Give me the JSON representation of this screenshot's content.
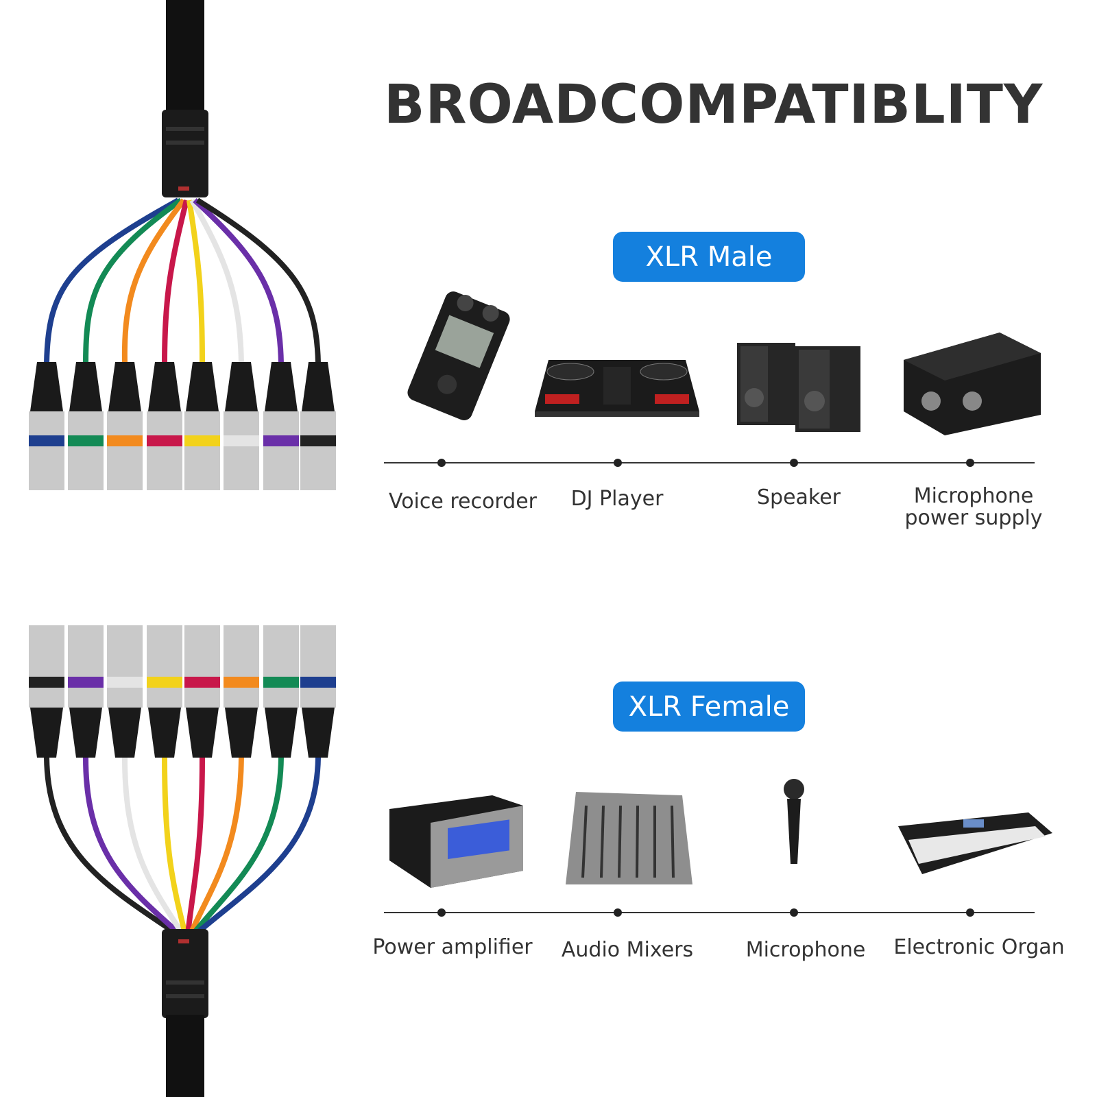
{
  "title": "BROADCOMPATIBLITY",
  "sections": [
    {
      "badge": "XLR Male",
      "devices": [
        {
          "label": "Voice recorder",
          "icon": "voice-recorder-icon"
        },
        {
          "label": "DJ Player",
          "icon": "dj-controller-icon"
        },
        {
          "label": "Speaker",
          "icon": "speaker-pair-icon"
        },
        {
          "label_line1": "Microphone",
          "label_line2": "power supply",
          "icon": "phantom-power-supply-icon"
        }
      ]
    },
    {
      "badge": "XLR Female",
      "devices": [
        {
          "label": "Power amplifier",
          "icon": "power-amplifier-icon"
        },
        {
          "label": "Audio Mixers",
          "icon": "audio-mixer-icon"
        },
        {
          "label": "Microphone",
          "icon": "microphone-icon"
        },
        {
          "label": "Electronic Organ",
          "icon": "keyboard-organ-icon"
        }
      ]
    }
  ],
  "colors": {
    "accent": "#1480de",
    "wires": [
      "#1e3f8f",
      "#138a55",
      "#f28a1e",
      "#c8174a",
      "#f2d21b",
      "#e4e4e4",
      "#6a2fa8",
      "#222222"
    ]
  }
}
